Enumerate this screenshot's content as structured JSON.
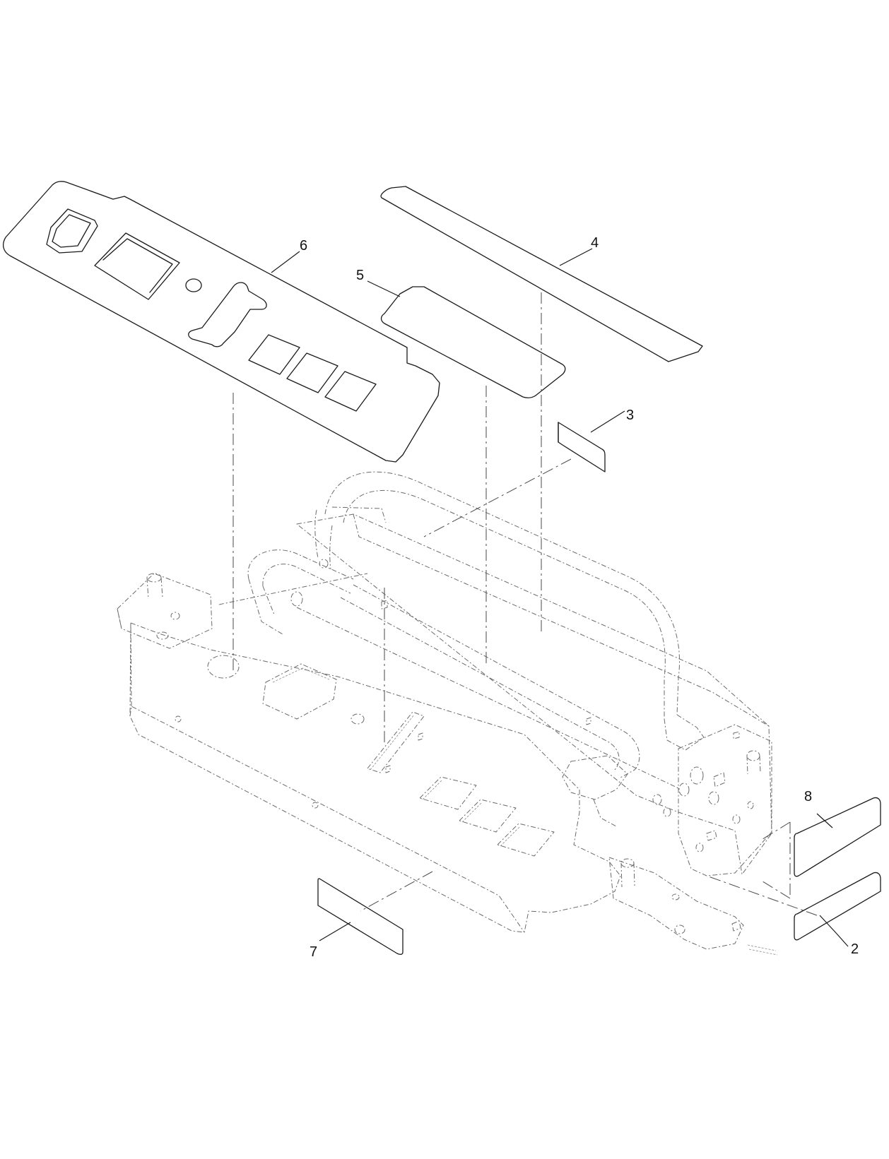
{
  "callouts": [
    {
      "id": "callout-2",
      "label": "2"
    },
    {
      "id": "callout-3",
      "label": "3"
    },
    {
      "id": "callout-4",
      "label": "4"
    },
    {
      "id": "callout-5",
      "label": "5"
    },
    {
      "id": "callout-6",
      "label": "6"
    },
    {
      "id": "callout-7",
      "label": "7"
    },
    {
      "id": "callout-8",
      "label": "8"
    }
  ],
  "colors": {
    "line": "#1a1a1a",
    "phantom": "#6b6b6b",
    "background": "#ffffff"
  }
}
